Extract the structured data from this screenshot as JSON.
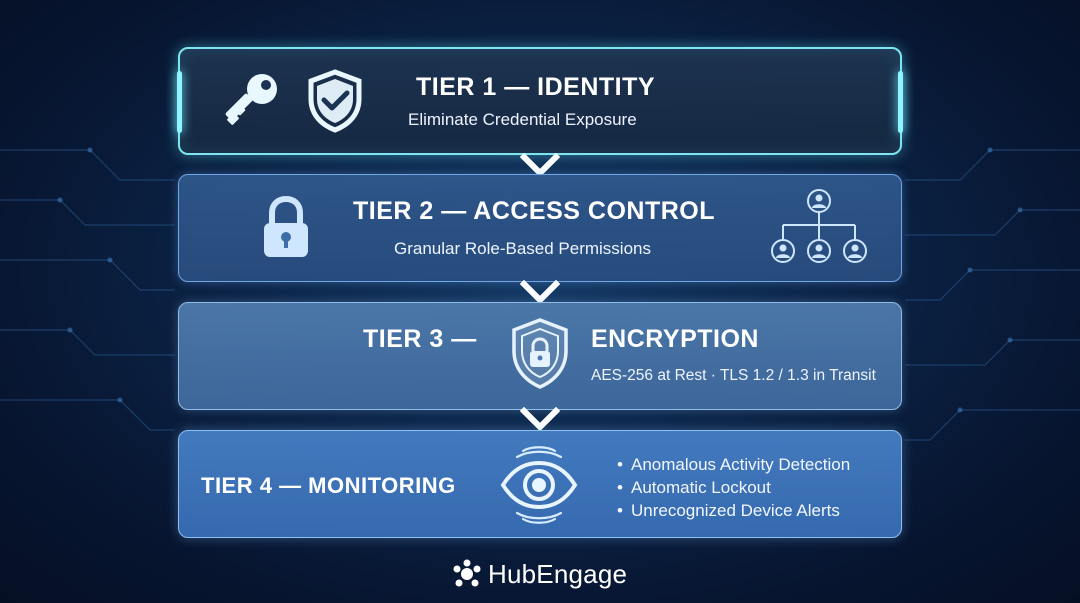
{
  "tiers": [
    {
      "title": "TIER 1 — IDENTITY",
      "subtitle": "Eliminate Credential Exposure"
    },
    {
      "title": "TIER 2 — ACCESS CONTROL",
      "subtitle": "Granular Role-Based Permissions"
    },
    {
      "title_left": "TIER 3 —",
      "title_right": "ENCRYPTION",
      "subtitle": "AES-256 at Rest · TLS 1.2 / 1.3 in Transit"
    },
    {
      "title": "TIER 4 — MONITORING",
      "bullets": [
        "Anomalous Activity Detection",
        "Automatic Lockout",
        "Unrecognized Device Alerts"
      ]
    }
  ],
  "icons": {
    "tier1": [
      "key-icon",
      "shield-check-icon"
    ],
    "tier2": [
      "padlock-icon",
      "org-chart-icon"
    ],
    "tier3": [
      "shield-lock-icon"
    ],
    "tier4": [
      "eye-icon"
    ],
    "connectors": "chevron-down-icon"
  },
  "colors": {
    "background": "#0a1f3f",
    "tier1_border": "#7fe6f0",
    "accent_glow": "#8ff4ff",
    "icon_light": "#cfe6ff"
  },
  "brand": {
    "name": "HubEngage"
  }
}
